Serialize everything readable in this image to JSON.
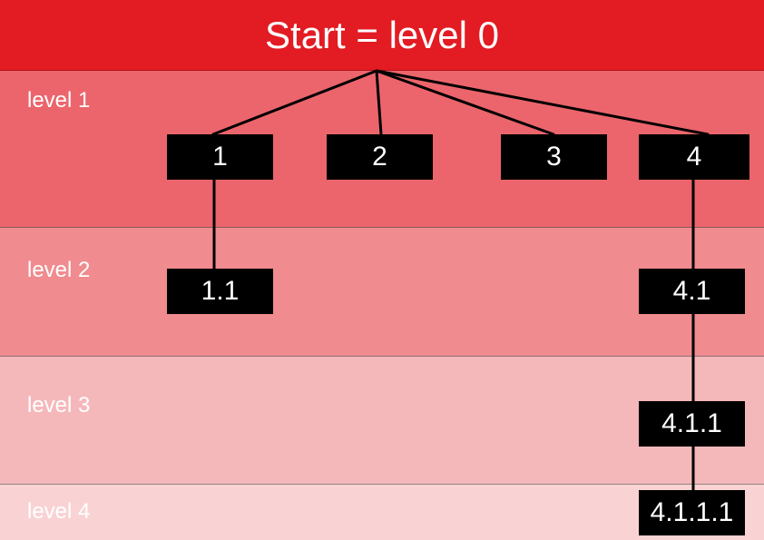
{
  "title": "Start = level 0",
  "levels": [
    "level 1",
    "level 2",
    "level 3",
    "level 4"
  ],
  "nodes": {
    "n1": "1",
    "n2": "2",
    "n3": "3",
    "n4": "4",
    "n11": "1.1",
    "n41": "4.1",
    "n411": "4.1.1",
    "n4111": "4.1.1.1"
  },
  "colors": {
    "level0": "#e31b23",
    "level1": "#ec656c",
    "level2": "#f08b8f",
    "level3": "#f5b8ba",
    "level4": "#f9d3d4",
    "node": "#000000"
  }
}
